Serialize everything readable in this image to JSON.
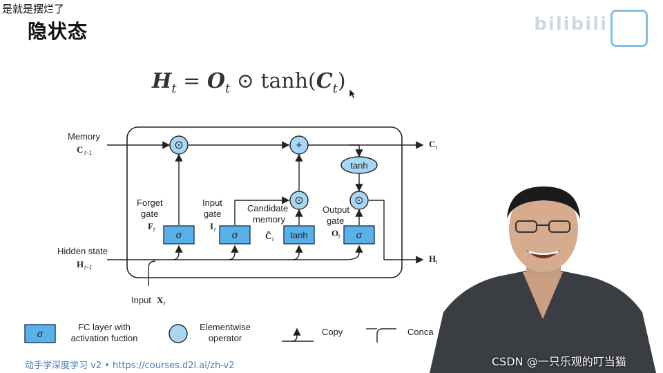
{
  "header": {
    "subtitle_top": "是就是摆烂了",
    "slide_title": "隐状态",
    "watermark_text": "bilibili"
  },
  "formula": {
    "lhs": "H",
    "lhs_sub": "t",
    "eq": "=",
    "o": "O",
    "o_sub": "t",
    "odot": "⊙",
    "tanh": "tanh(",
    "c": "C",
    "c_sub": "t",
    "close": ")"
  },
  "diagram": {
    "memory_label": "Memory",
    "memory_in": "C",
    "memory_in_sub": "t−1",
    "memory_out": "C",
    "memory_out_sub": "t",
    "hidden_label": "Hidden state",
    "hidden_in": "H",
    "hidden_in_sub": "t−1",
    "hidden_out": "H",
    "hidden_out_sub": "t",
    "input_label": "Input",
    "input_sym": "X",
    "input_sub": "t",
    "forget_gate_line1": "Forget",
    "forget_gate_line2": "gate",
    "forget_sym": "F",
    "forget_sub": "t",
    "input_gate_line1": "Input",
    "input_gate_line2": "gate",
    "input_gate_sym": "I",
    "input_gate_sub": "t",
    "candidate_line1": "Candidate",
    "candidate_line2": "memory",
    "candidate_sym": "C̃",
    "candidate_sub": "t",
    "output_gate_line1": "Output",
    "output_gate_line2": "gate",
    "output_sym": "O",
    "output_sub": "t",
    "sigma": "σ",
    "tanh": "tanh",
    "plus": "+",
    "odot": "⊙"
  },
  "legend": {
    "fc_line1": "FC layer with",
    "fc_line2": "activation fuction",
    "elem_line1": "Elementwise",
    "elem_line2": "operator",
    "copy": "Copy",
    "concat": "Conca"
  },
  "footer": {
    "text": "动手学深度学习 v2 • https://courses.d2l.ai/zh-v2"
  },
  "credit": {
    "text": "CSDN @一只乐观的叮当猫"
  },
  "colors": {
    "box_fill": "#5ab0e8",
    "box_stroke": "#1c3a5a",
    "circle_fill": "#a9d6f5",
    "link_color": "#4a78b8"
  }
}
